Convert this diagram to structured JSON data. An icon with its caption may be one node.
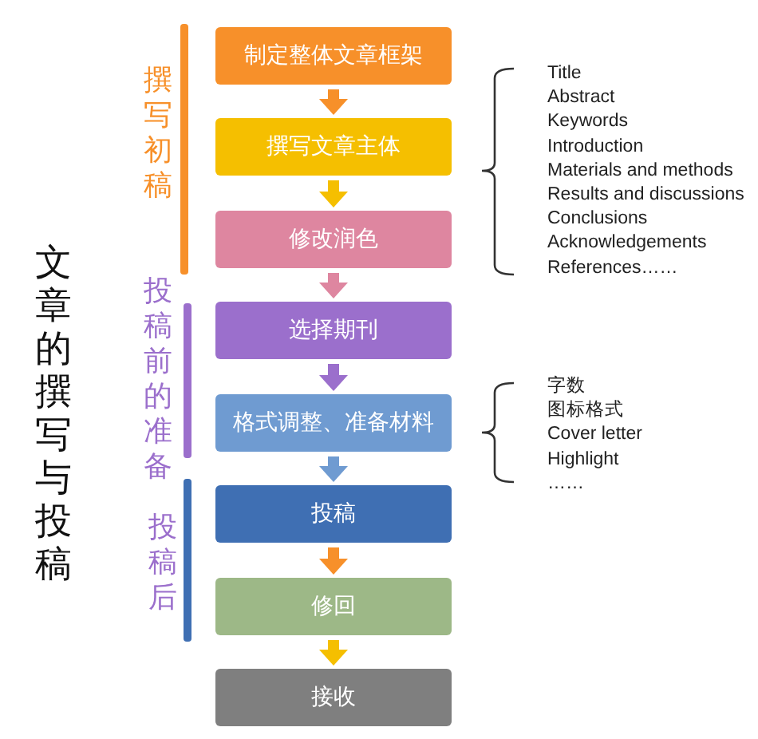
{
  "diagram": {
    "title": "文章的撰写与投稿",
    "nodes": [
      {
        "text": [
          "制定整体文章框架"
        ]
      },
      {
        "text": [
          "撰写文章主体"
        ]
      },
      {
        "text": [
          "修改润色"
        ]
      },
      {
        "text": [
          "选择期刊"
        ]
      },
      {
        "text": [
          "格式调整、准备材料"
        ]
      },
      {
        "text": [
          "投稿"
        ]
      },
      {
        "text": [
          "修回"
        ]
      },
      {
        "text": [
          "接收"
        ]
      }
    ],
    "edges": [
      {
        "from": 0,
        "to": 1,
        "arrow": "to",
        "color": "#f7902a"
      },
      {
        "from": 1,
        "to": 2,
        "arrow": "to",
        "color": "#f5bf00"
      },
      {
        "from": 2,
        "to": 3,
        "arrow": "to",
        "color": "#de86a0"
      },
      {
        "from": 3,
        "to": 4,
        "arrow": "to",
        "color": "#9b6fcc"
      },
      {
        "from": 4,
        "to": 5,
        "arrow": "to",
        "color": "#6f9bd1"
      },
      {
        "from": 5,
        "to": 6,
        "arrow": "to",
        "color": "#f7902a"
      },
      {
        "from": 6,
        "to": 7,
        "arrow": "to",
        "color": "#f5bf00"
      }
    ],
    "labels": [
      "撰写初稿",
      "Title",
      "Abstract",
      "Keywords",
      "Introduction",
      "Materials and methods",
      "Results and discussions",
      "Conclusions",
      "Acknowledgements",
      "References……",
      "投稿前的准备",
      "字数",
      "图标格式",
      "Cover letter",
      "Highlight",
      "……",
      "投稿后"
    ]
  }
}
